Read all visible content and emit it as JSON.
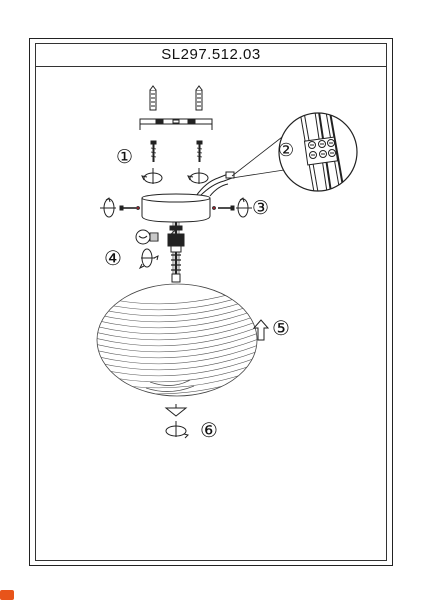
{
  "title": "SL297.512.03",
  "steps": [
    "①",
    "②",
    "③",
    "④",
    "⑤",
    "⑥"
  ],
  "colors": {
    "line": "#222222",
    "badge": "#e8541a"
  },
  "icons": [
    "screw-icon",
    "rotate-arrow-icon",
    "bulb-icon",
    "arrow-up-icon"
  ]
}
